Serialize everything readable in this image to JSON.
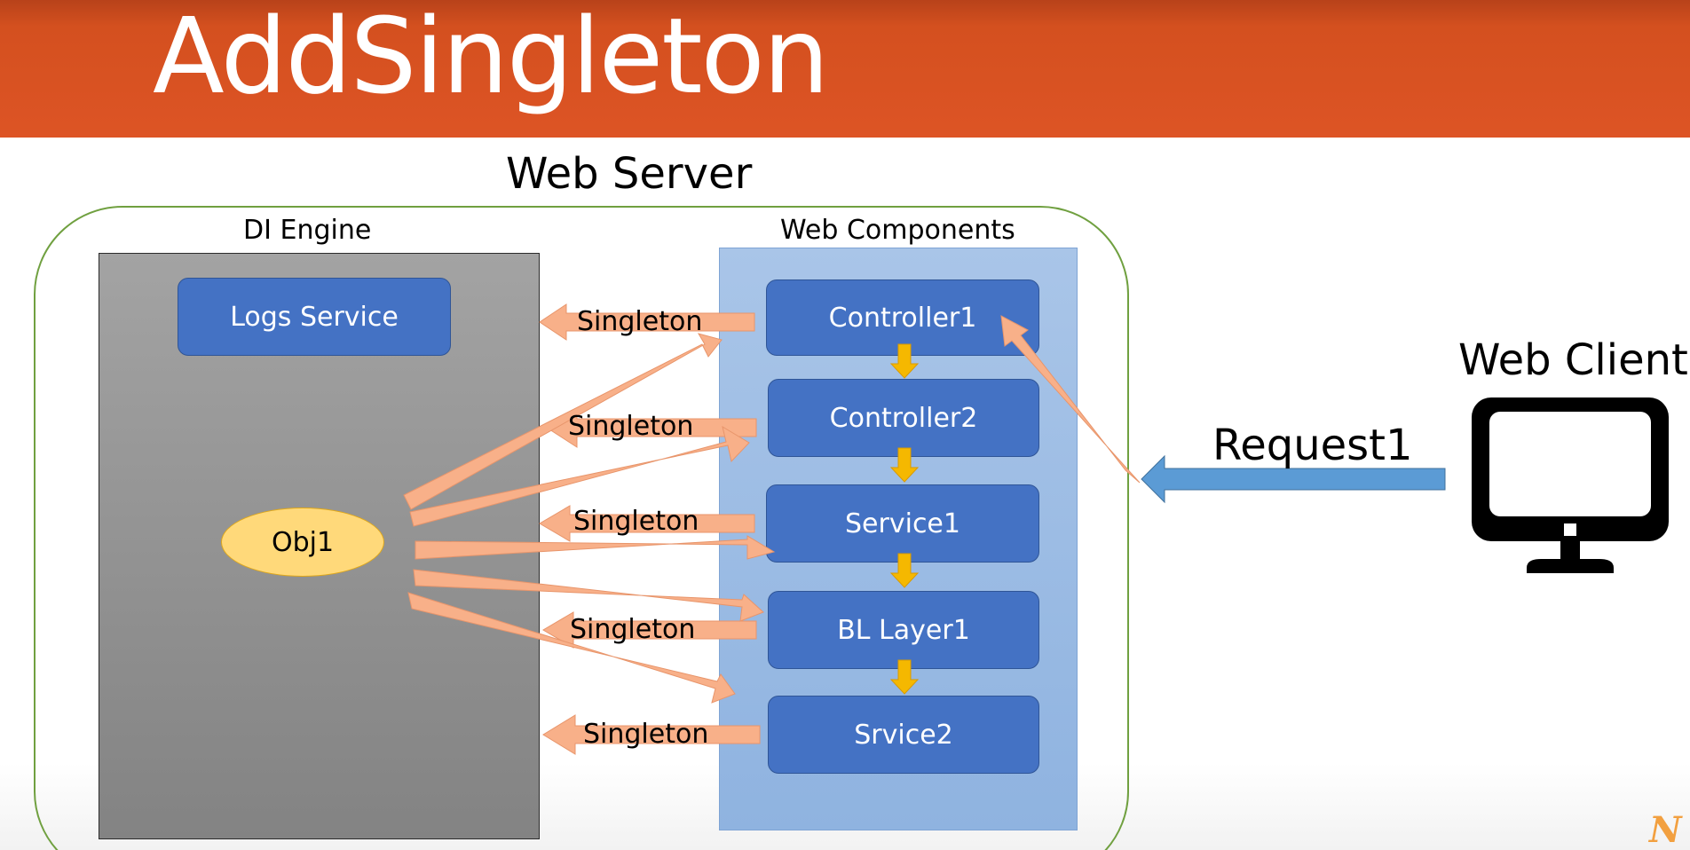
{
  "slide": {
    "title": "AddSingleton",
    "colors": {
      "header": "#d4501f",
      "component": "#4472c4",
      "component_panel": "#9dbde6",
      "di_panel": "#969696",
      "object": "#ffd97a",
      "dependency_arrow": "#f8b089",
      "flow_arrow": "#f5b800",
      "request_arrow": "#5b9bd5",
      "server_border": "#70a040"
    }
  },
  "server": {
    "label": "Web Server"
  },
  "di_engine": {
    "label": "DI Engine",
    "logs_service": "Logs Service",
    "object": "Obj1"
  },
  "web_components": {
    "label": "Web Components",
    "items": [
      "Controller1",
      "Controller2",
      "Service1",
      "BL Layer1",
      "Srvice2"
    ]
  },
  "singleton_labels": [
    "Singleton",
    "Singleton",
    "Singleton",
    "Singleton",
    "Singleton"
  ],
  "client": {
    "label": "Web Client",
    "icon": "monitor-icon"
  },
  "request": {
    "label": "Request1"
  },
  "logo": {
    "text": "N"
  }
}
